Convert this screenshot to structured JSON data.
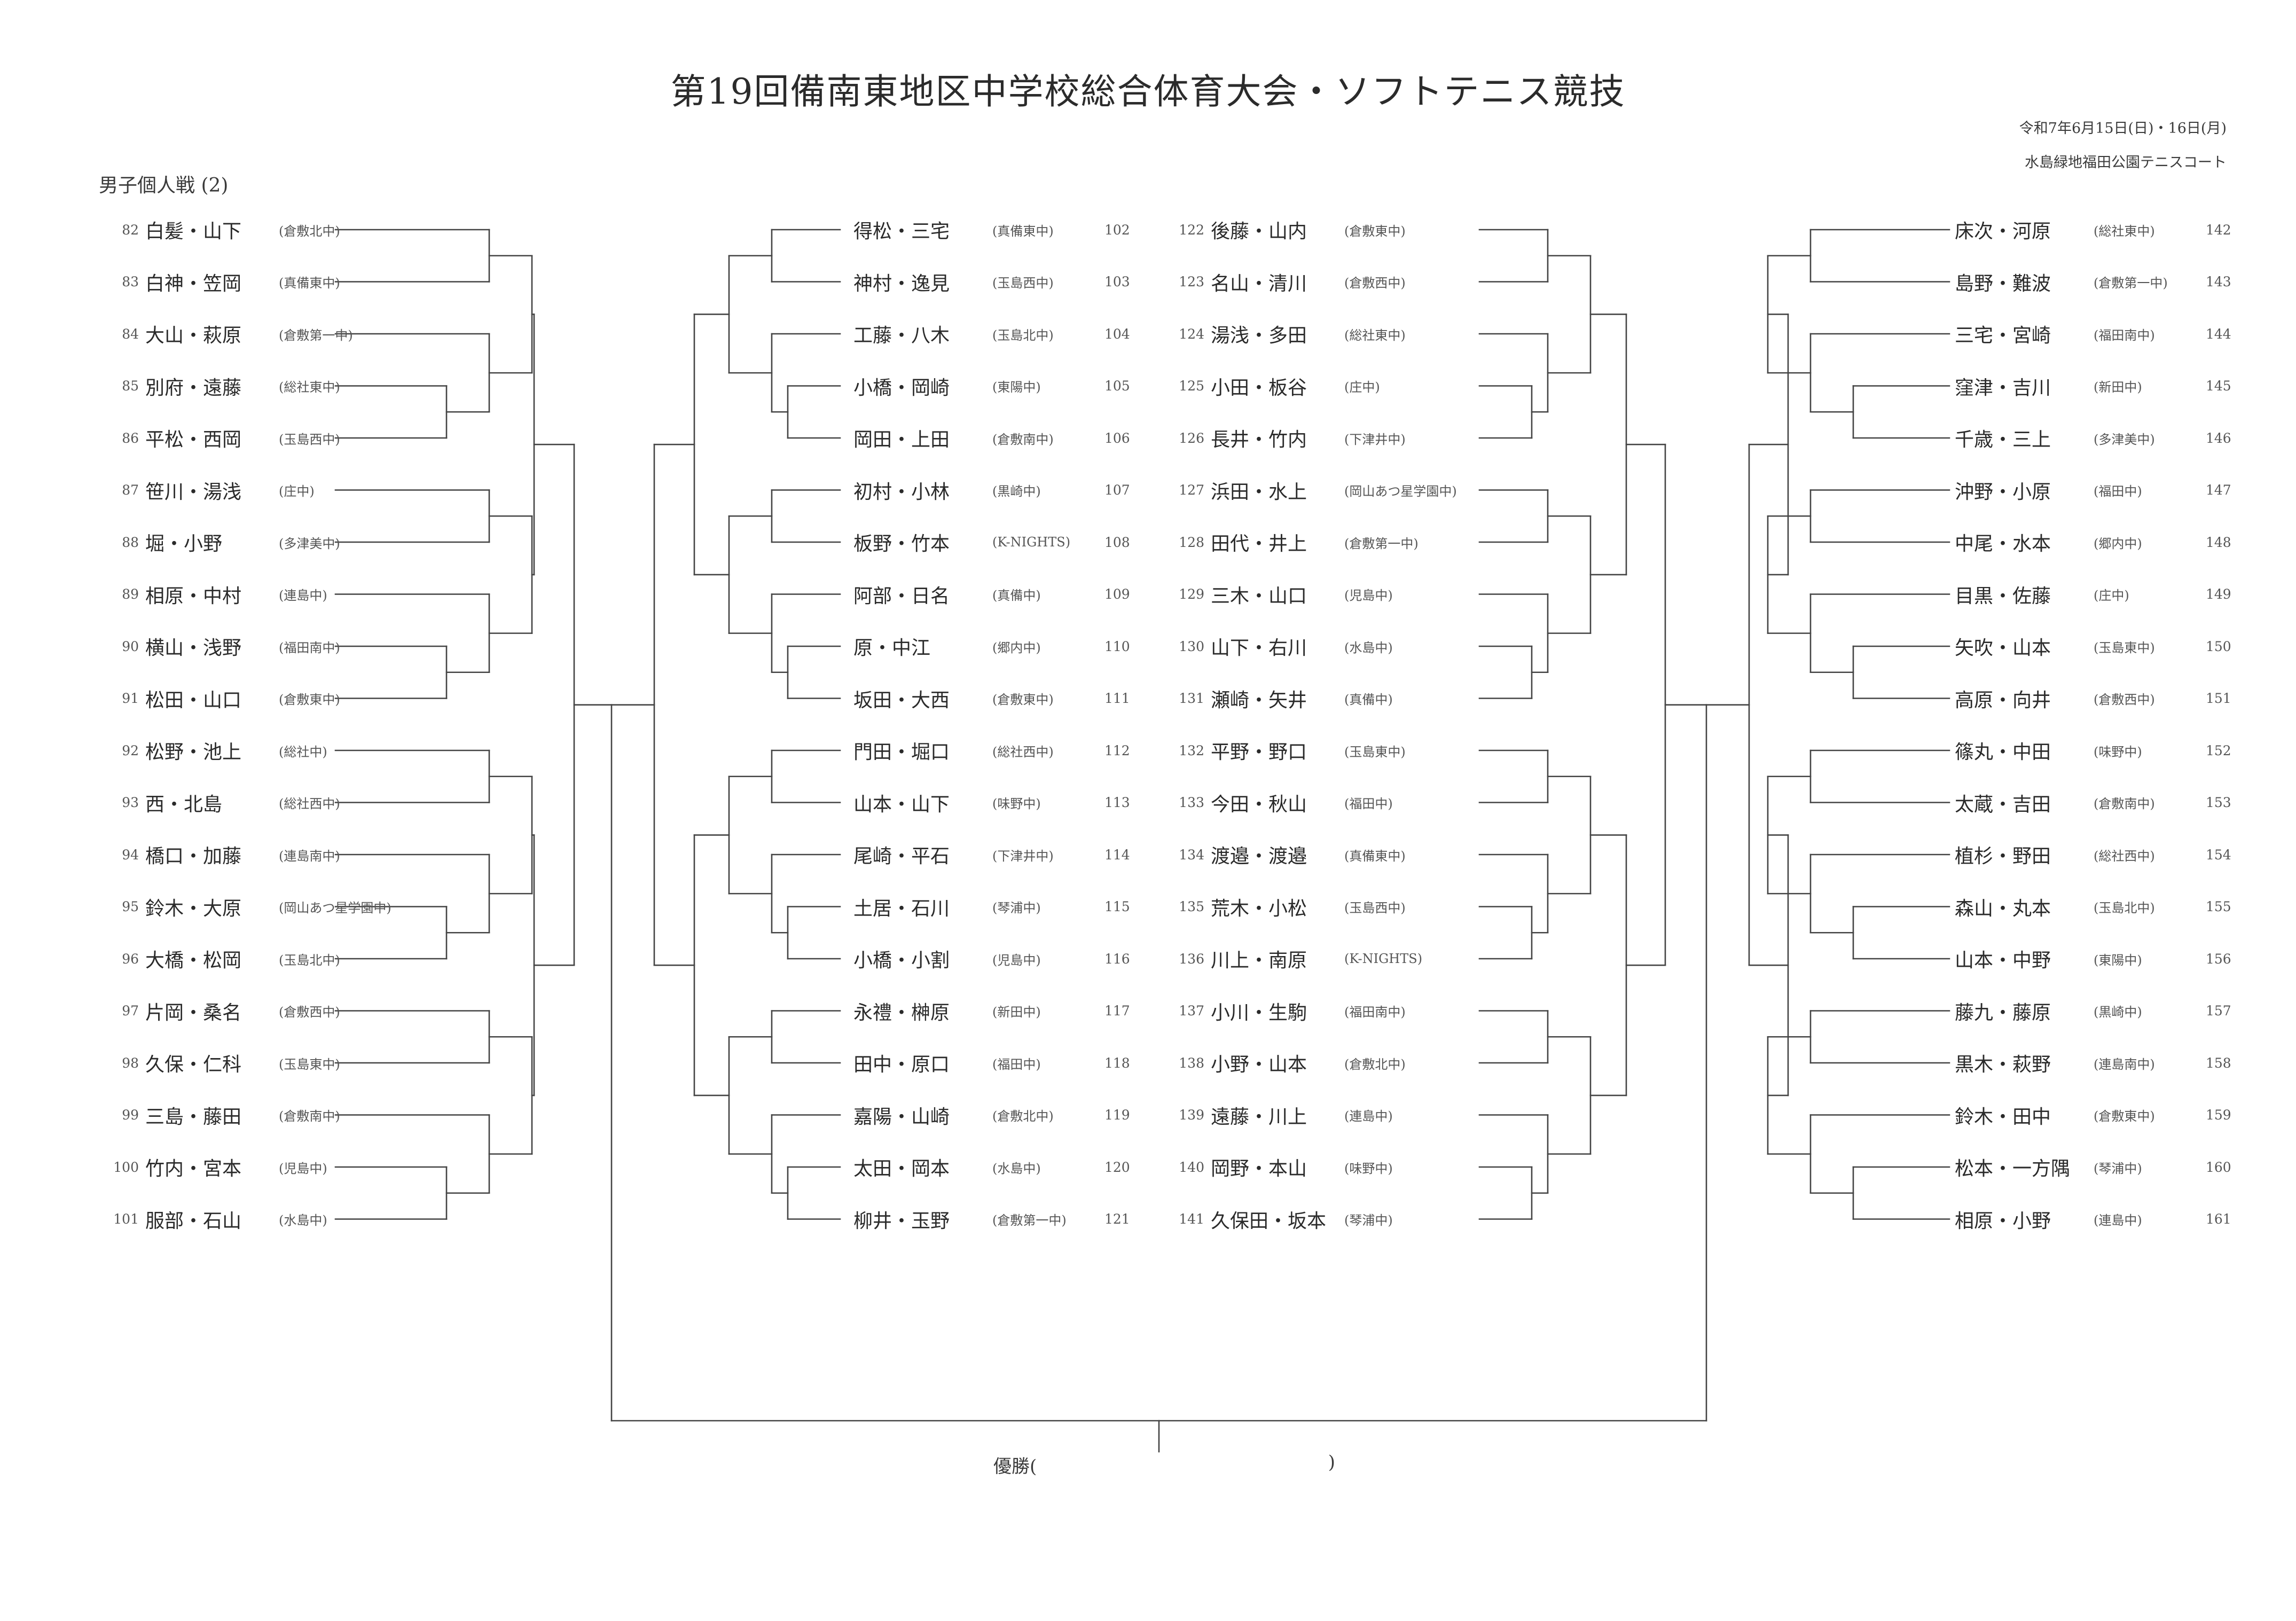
{
  "header": {
    "title": "第19回備南東地区中学校総合体育大会・ソフトテニス競技",
    "date": "令和7年6月15日(日)・16日(月)",
    "venue": "水島緑地福田公園テニスコート",
    "section": "男子個人戦 (2)"
  },
  "champion": {
    "label": "優勝(",
    "close": ")"
  },
  "entries": [
    {
      "no": "82",
      "name": "白髪・山下",
      "school": "(倉敷北中)"
    },
    {
      "no": "83",
      "name": "白神・笠岡",
      "school": "(真備東中)"
    },
    {
      "no": "84",
      "name": "大山・萩原",
      "school": "(倉敷第一中)"
    },
    {
      "no": "85",
      "name": "別府・遠藤",
      "school": "(総社東中)"
    },
    {
      "no": "86",
      "name": "平松・西岡",
      "school": "(玉島西中)"
    },
    {
      "no": "87",
      "name": "笹川・湯浅",
      "school": "(庄中)"
    },
    {
      "no": "88",
      "name": "堀・小野",
      "school": "(多津美中)"
    },
    {
      "no": "89",
      "name": "相原・中村",
      "school": "(連島中)"
    },
    {
      "no": "90",
      "name": "横山・浅野",
      "school": "(福田南中)"
    },
    {
      "no": "91",
      "name": "松田・山口",
      "school": "(倉敷東中)"
    },
    {
      "no": "92",
      "name": "松野・池上",
      "school": "(総社中)"
    },
    {
      "no": "93",
      "name": "西・北島",
      "school": "(総社西中)"
    },
    {
      "no": "94",
      "name": "橋口・加藤",
      "school": "(連島南中)"
    },
    {
      "no": "95",
      "name": "鈴木・大原",
      "school": "(岡山あつ星学園中)"
    },
    {
      "no": "96",
      "name": "大橋・松岡",
      "school": "(玉島北中)"
    },
    {
      "no": "97",
      "name": "片岡・桑名",
      "school": "(倉敷西中)"
    },
    {
      "no": "98",
      "name": "久保・仁科",
      "school": "(玉島東中)"
    },
    {
      "no": "99",
      "name": "三島・藤田",
      "school": "(倉敷南中)"
    },
    {
      "no": "100",
      "name": "竹内・宮本",
      "school": "(児島中)"
    },
    {
      "no": "101",
      "name": "服部・石山",
      "school": "(水島中)"
    },
    {
      "no": "102",
      "name": "得松・三宅",
      "school": "(真備東中)"
    },
    {
      "no": "103",
      "name": "神村・逸見",
      "school": "(玉島西中)"
    },
    {
      "no": "104",
      "name": "工藤・八木",
      "school": "(玉島北中)"
    },
    {
      "no": "105",
      "name": "小橋・岡崎",
      "school": "(東陽中)"
    },
    {
      "no": "106",
      "name": "岡田・上田",
      "school": "(倉敷南中)"
    },
    {
      "no": "107",
      "name": "初村・小林",
      "school": "(黒崎中)"
    },
    {
      "no": "108",
      "name": "板野・竹本",
      "school": "(K-NIGHTS)"
    },
    {
      "no": "109",
      "name": "阿部・日名",
      "school": "(真備中)"
    },
    {
      "no": "110",
      "name": "原・中江",
      "school": "(郷内中)"
    },
    {
      "no": "111",
      "name": "坂田・大西",
      "school": "(倉敷東中)"
    },
    {
      "no": "112",
      "name": "門田・堀口",
      "school": "(総社西中)"
    },
    {
      "no": "113",
      "name": "山本・山下",
      "school": "(味野中)"
    },
    {
      "no": "114",
      "name": "尾崎・平石",
      "school": "(下津井中)"
    },
    {
      "no": "115",
      "name": "土居・石川",
      "school": "(琴浦中)"
    },
    {
      "no": "116",
      "name": "小橋・小割",
      "school": "(児島中)"
    },
    {
      "no": "117",
      "name": "永禮・榊原",
      "school": "(新田中)"
    },
    {
      "no": "118",
      "name": "田中・原口",
      "school": "(福田中)"
    },
    {
      "no": "119",
      "name": "嘉陽・山崎",
      "school": "(倉敷北中)"
    },
    {
      "no": "120",
      "name": "太田・岡本",
      "school": "(水島中)"
    },
    {
      "no": "121",
      "name": "柳井・玉野",
      "school": "(倉敷第一中)"
    },
    {
      "no": "122",
      "name": "後藤・山内",
      "school": "(倉敷東中)"
    },
    {
      "no": "123",
      "name": "名山・清川",
      "school": "(倉敷西中)"
    },
    {
      "no": "124",
      "name": "湯浅・多田",
      "school": "(総社東中)"
    },
    {
      "no": "125",
      "name": "小田・板谷",
      "school": "(庄中)"
    },
    {
      "no": "126",
      "name": "長井・竹内",
      "school": "(下津井中)"
    },
    {
      "no": "127",
      "name": "浜田・水上",
      "school": "(岡山あつ星学園中)"
    },
    {
      "no": "128",
      "name": "田代・井上",
      "school": "(倉敷第一中)"
    },
    {
      "no": "129",
      "name": "三木・山口",
      "school": "(児島中)"
    },
    {
      "no": "130",
      "name": "山下・右川",
      "school": "(水島中)"
    },
    {
      "no": "131",
      "name": "瀬崎・矢井",
      "school": "(真備中)"
    },
    {
      "no": "132",
      "name": "平野・野口",
      "school": "(玉島東中)"
    },
    {
      "no": "133",
      "name": "今田・秋山",
      "school": "(福田中)"
    },
    {
      "no": "134",
      "name": "渡邉・渡邉",
      "school": "(真備東中)"
    },
    {
      "no": "135",
      "name": "荒木・小松",
      "school": "(玉島西中)"
    },
    {
      "no": "136",
      "name": "川上・南原",
      "school": "(K-NIGHTS)"
    },
    {
      "no": "137",
      "name": "小川・生駒",
      "school": "(福田南中)"
    },
    {
      "no": "138",
      "name": "小野・山本",
      "school": "(倉敷北中)"
    },
    {
      "no": "139",
      "name": "遠藤・川上",
      "school": "(連島中)"
    },
    {
      "no": "140",
      "name": "岡野・本山",
      "school": "(味野中)"
    },
    {
      "no": "141",
      "name": "久保田・坂本",
      "school": "(琴浦中)"
    },
    {
      "no": "142",
      "name": "床次・河原",
      "school": "(総社東中)"
    },
    {
      "no": "143",
      "name": "島野・難波",
      "school": "(倉敷第一中)"
    },
    {
      "no": "144",
      "name": "三宅・宮崎",
      "school": "(福田南中)"
    },
    {
      "no": "145",
      "name": "窪津・吉川",
      "school": "(新田中)"
    },
    {
      "no": "146",
      "name": "千歳・三上",
      "school": "(多津美中)"
    },
    {
      "no": "147",
      "name": "沖野・小原",
      "school": "(福田中)"
    },
    {
      "no": "148",
      "name": "中尾・水本",
      "school": "(郷内中)"
    },
    {
      "no": "149",
      "name": "目黒・佐藤",
      "school": "(庄中)"
    },
    {
      "no": "150",
      "name": "矢吹・山本",
      "school": "(玉島東中)"
    },
    {
      "no": "151",
      "name": "高原・向井",
      "school": "(倉敷西中)"
    },
    {
      "no": "152",
      "name": "篠丸・中田",
      "school": "(味野中)"
    },
    {
      "no": "153",
      "name": "太蔵・吉田",
      "school": "(倉敷南中)"
    },
    {
      "no": "154",
      "name": "植杉・野田",
      "school": "(総社西中)"
    },
    {
      "no": "155",
      "name": "森山・丸本",
      "school": "(玉島北中)"
    },
    {
      "no": "156",
      "name": "山本・中野",
      "school": "(東陽中)"
    },
    {
      "no": "157",
      "name": "藤九・藤原",
      "school": "(黒崎中)"
    },
    {
      "no": "158",
      "name": "黒木・萩野",
      "school": "(連島南中)"
    },
    {
      "no": "159",
      "name": "鈴木・田中",
      "school": "(倉敷東中)"
    },
    {
      "no": "160",
      "name": "松本・一方隅",
      "school": "(琴浦中)"
    },
    {
      "no": "161",
      "name": "相原・小野",
      "school": "(連島中)"
    }
  ]
}
